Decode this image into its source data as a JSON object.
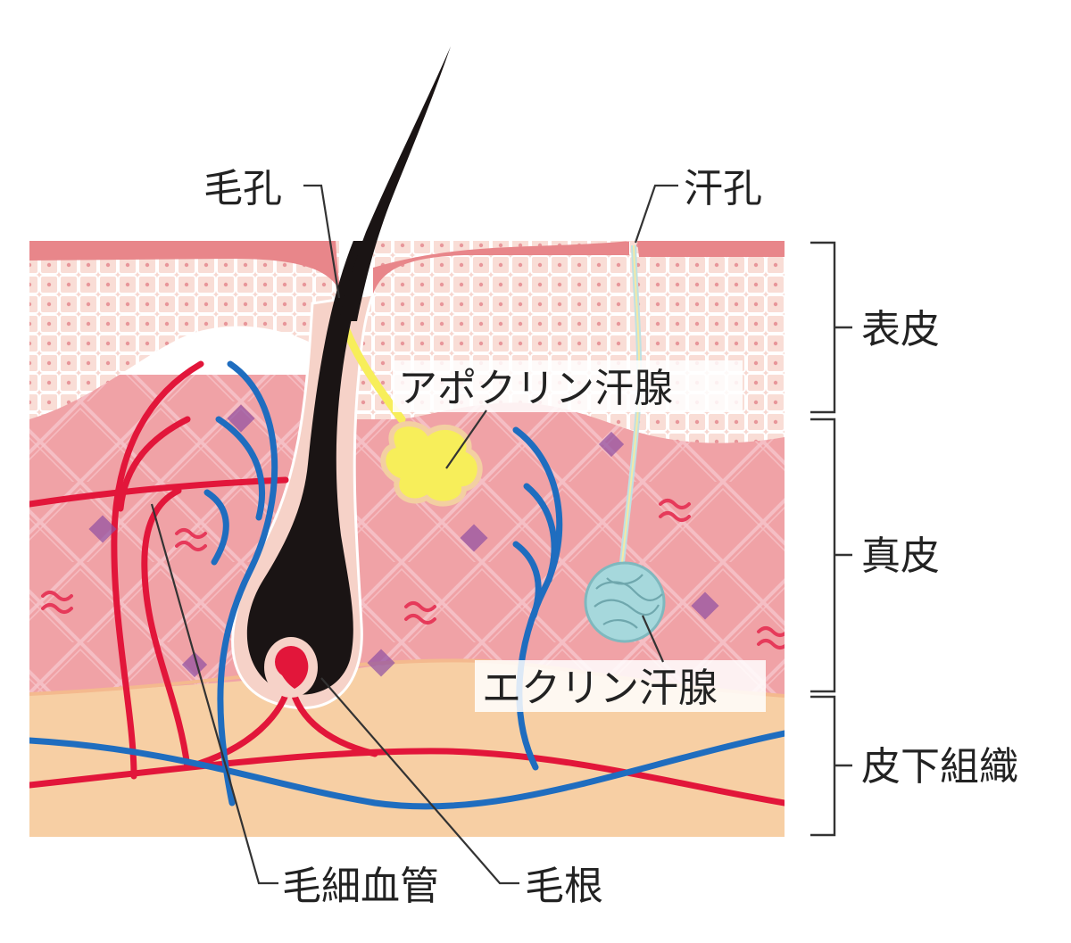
{
  "labels": {
    "pore": "毛孔",
    "sweat_pore": "汗孔",
    "apocrine_gland": "アポクリン汗腺",
    "eccrine_gland": "エクリン汗腺",
    "capillary": "毛細血管",
    "hair_root": "毛根"
  },
  "layers": {
    "epidermis": "表皮",
    "dermis": "真皮",
    "subcutaneous": "皮下組織"
  },
  "colors": {
    "epidermis_surface": "#e8868a",
    "epidermis_cells": "#f6cfc8",
    "dermis": "#f0a4a8",
    "subcutaneous": "#f7cfa4",
    "hair": "#1a1414",
    "artery": "#e2163a",
    "vein": "#1f6dbf",
    "apocrine": "#f7ee5a",
    "eccrine": "#a6d8dc",
    "cell_dot": "#8e4ea3"
  }
}
